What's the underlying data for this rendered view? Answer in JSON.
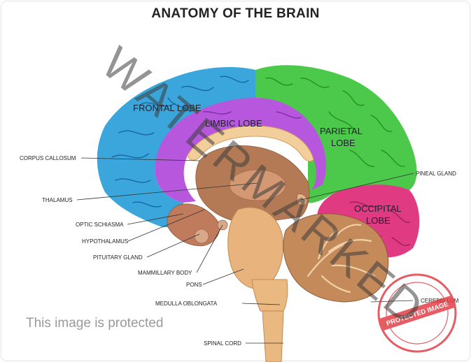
{
  "title": "ANATOMY OF THE BRAIN",
  "lobes": {
    "frontal": "FRONTAL LOBE",
    "limbic": "LIMBIC LOBE",
    "parietal_1": "PARIETAL",
    "parietal_2": "LOBE",
    "occipital_1": "OCCIPITAL",
    "occipital_2": "LOBE"
  },
  "labels": {
    "corpus_callosum": "CORPUS CALLOSUM",
    "thalamus": "THALAMUS",
    "optic_chiasma": "OPTIC SCHIASMA",
    "hypothalamus": "HYPOTHALAMUS",
    "pituitary": "PITUITARY GLAND",
    "mammillary": "MAMMILLARY BODY",
    "pons": "PONS",
    "medulla": "MEDULLA OBLONGATA",
    "spinal_cord": "SPINAL CORD",
    "pineal": "PINEAL GLAND",
    "cerebellum": "CEREBELLUM"
  },
  "watermark": "WATERMARKED",
  "protected_text": "This image is protected",
  "stamp_text": "PROTECTED IMAGE",
  "colors": {
    "frontal": "#3aa6dc",
    "limbic": "#b657dd",
    "parietal": "#4cc94a",
    "occipital": "#df3a82",
    "tissue": "#e2b482",
    "stamp": "#e2343b"
  }
}
